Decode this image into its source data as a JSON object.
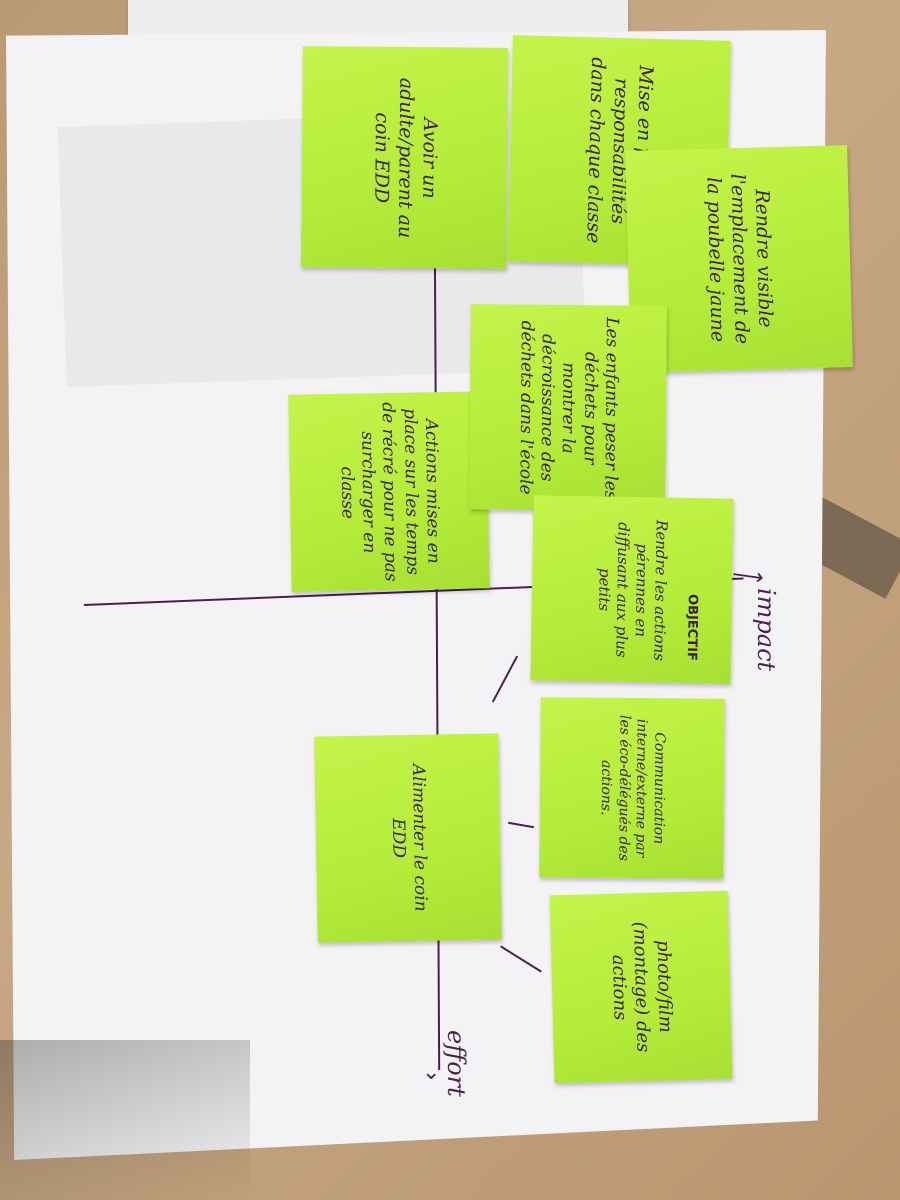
{
  "axes": {
    "horizontal_label": "impact",
    "vertical_label": "effort"
  },
  "notes": [
    {
      "id": "adulte-parent",
      "text": "Avoir un adulte/parent au coin EDD"
    },
    {
      "id": "responsabilites",
      "text": "Mise en place des responsabilités dans chaque classe"
    },
    {
      "id": "poubelle-jaune",
      "text": "Rendre visible l'emplacement de la poubelle jaune"
    },
    {
      "id": "peser-dechets",
      "text": "Les enfants peser les déchets pour montrer la décroissance des déchets dans l'école"
    },
    {
      "id": "temps-recre",
      "text": "Actions mises en place sur les temps de récré pour ne pas surcharger en classe"
    },
    {
      "id": "objectif",
      "tag": "OBJECTIF",
      "text": "Rendre les actions pérennes en diffusant aux plus petits"
    },
    {
      "id": "coin-edd",
      "text": "Alimenter le coin EDD"
    },
    {
      "id": "communication",
      "text": "Communication interne/externe par les éco-délégués des actions."
    },
    {
      "id": "photo-film",
      "text": "photo/film (montage) des actions"
    }
  ],
  "colors": {
    "note": "#b6ef3c",
    "ink": "#4a1f4d",
    "paper": "#f3f3f5"
  }
}
